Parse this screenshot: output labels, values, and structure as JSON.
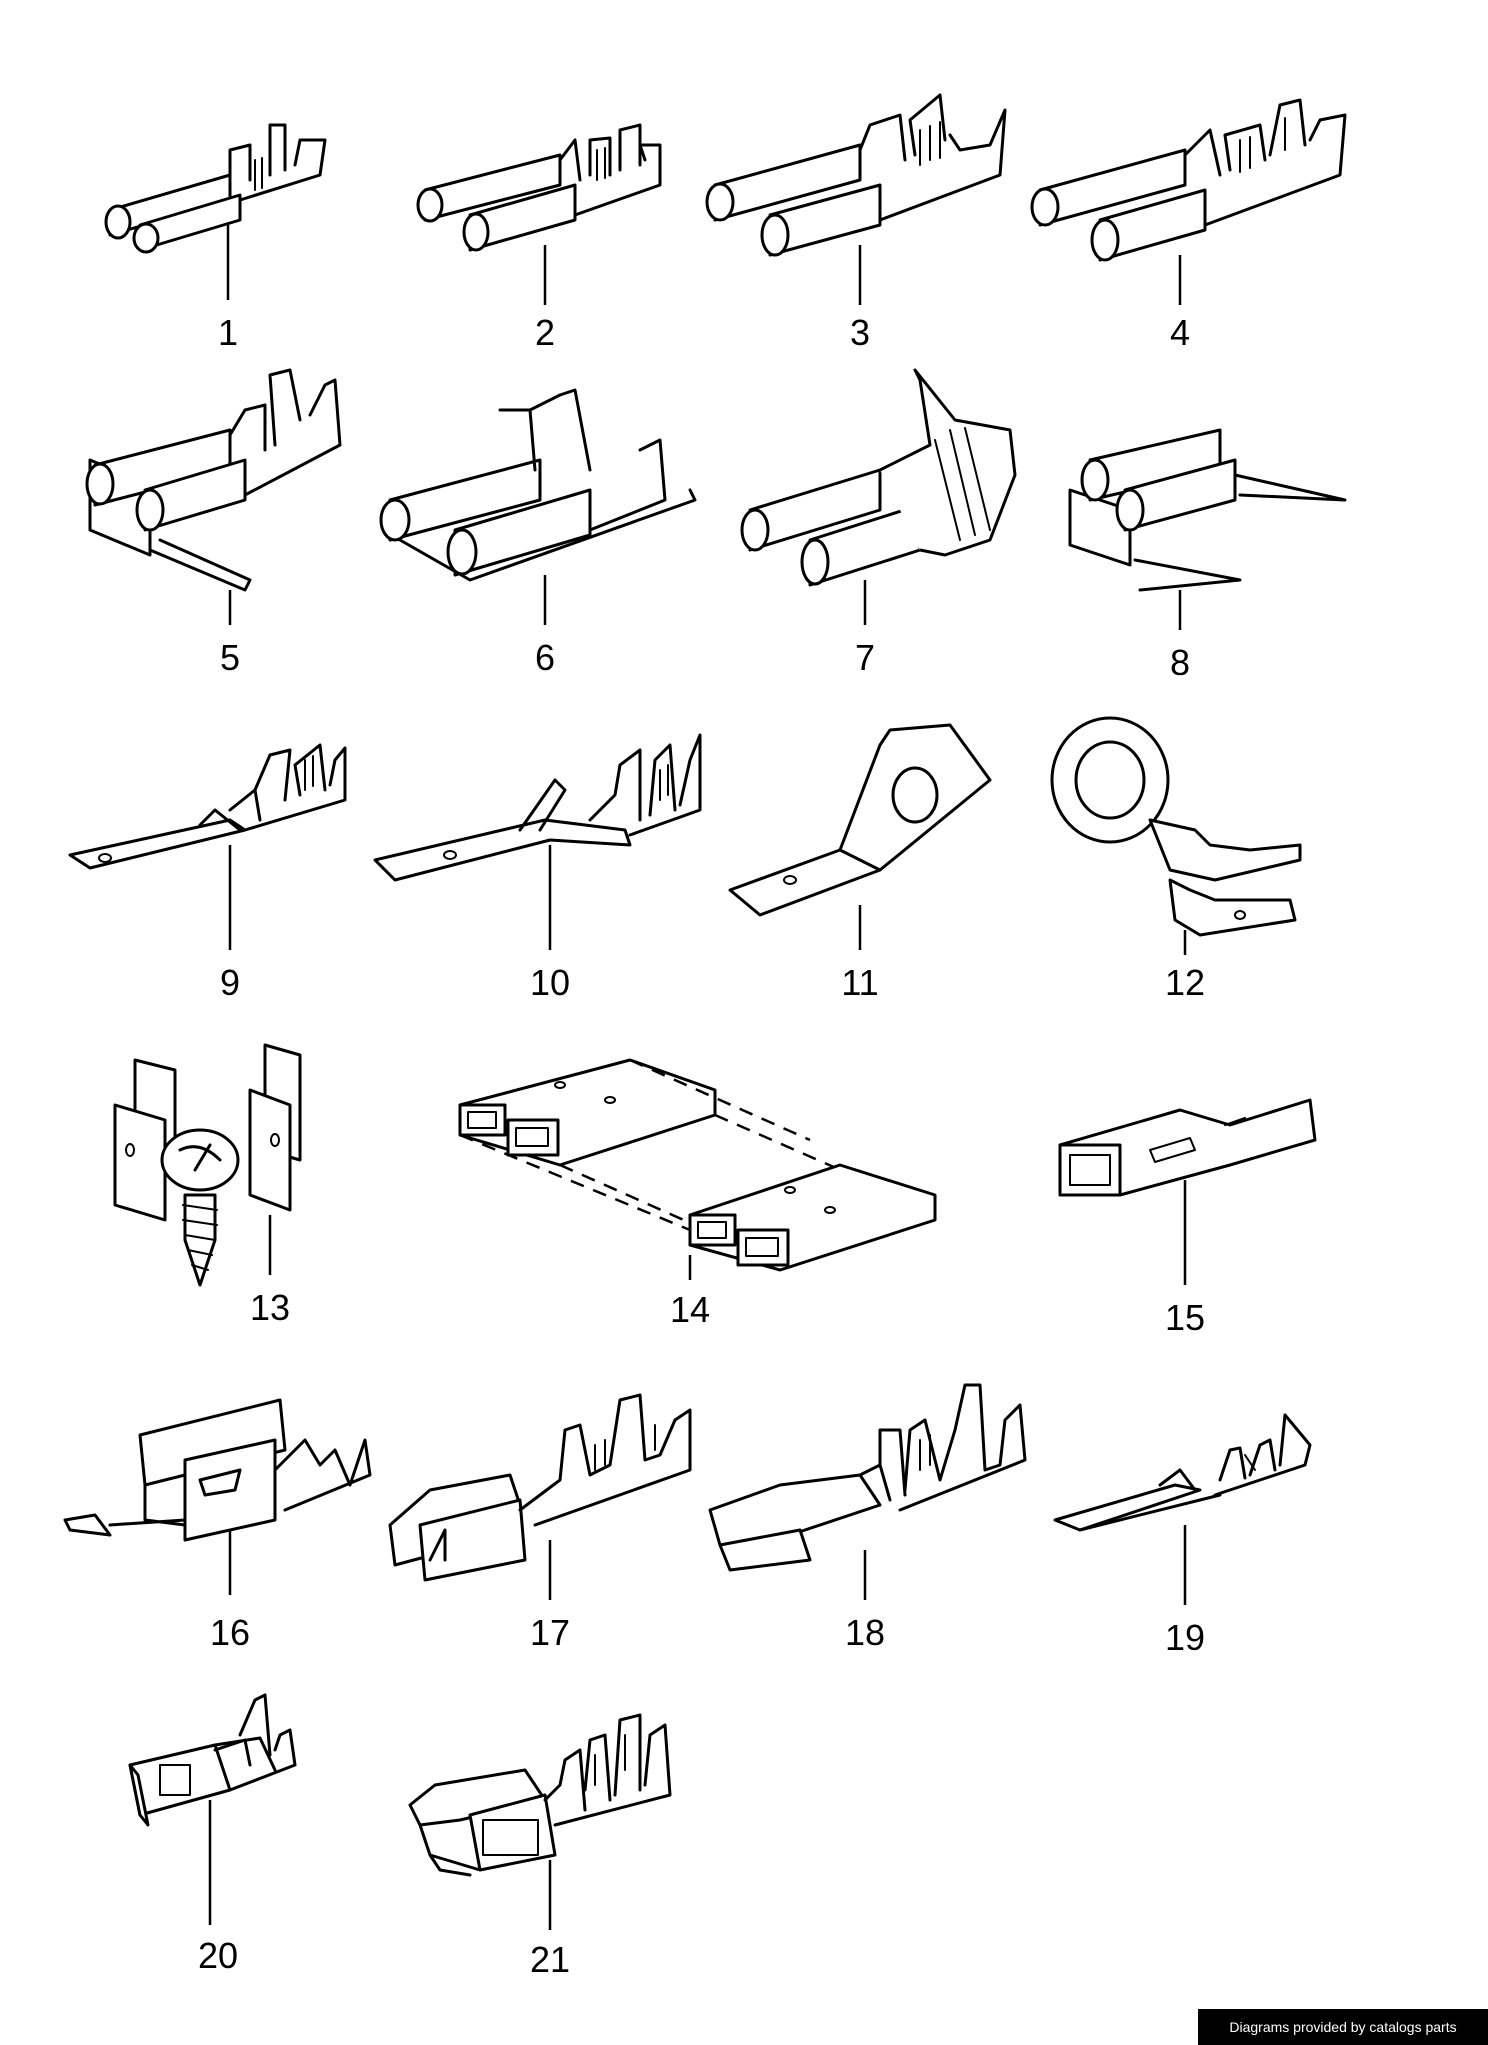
{
  "credit": "Diagrams provided by catalogs parts",
  "parts": [
    {
      "id": "part-1",
      "label": "1"
    },
    {
      "id": "part-2",
      "label": "2"
    },
    {
      "id": "part-3",
      "label": "3"
    },
    {
      "id": "part-4",
      "label": "4"
    },
    {
      "id": "part-5",
      "label": "5"
    },
    {
      "id": "part-6",
      "label": "6"
    },
    {
      "id": "part-7",
      "label": "7"
    },
    {
      "id": "part-8",
      "label": "8"
    },
    {
      "id": "part-9",
      "label": "9"
    },
    {
      "id": "part-10",
      "label": "10"
    },
    {
      "id": "part-11",
      "label": "11"
    },
    {
      "id": "part-12",
      "label": "12"
    },
    {
      "id": "part-13",
      "label": "13"
    },
    {
      "id": "part-14",
      "label": "14"
    },
    {
      "id": "part-15",
      "label": "15"
    },
    {
      "id": "part-16",
      "label": "16"
    },
    {
      "id": "part-17",
      "label": "17"
    },
    {
      "id": "part-18",
      "label": "18"
    },
    {
      "id": "part-19",
      "label": "19"
    },
    {
      "id": "part-20",
      "label": "20"
    },
    {
      "id": "part-21",
      "label": "21"
    }
  ]
}
